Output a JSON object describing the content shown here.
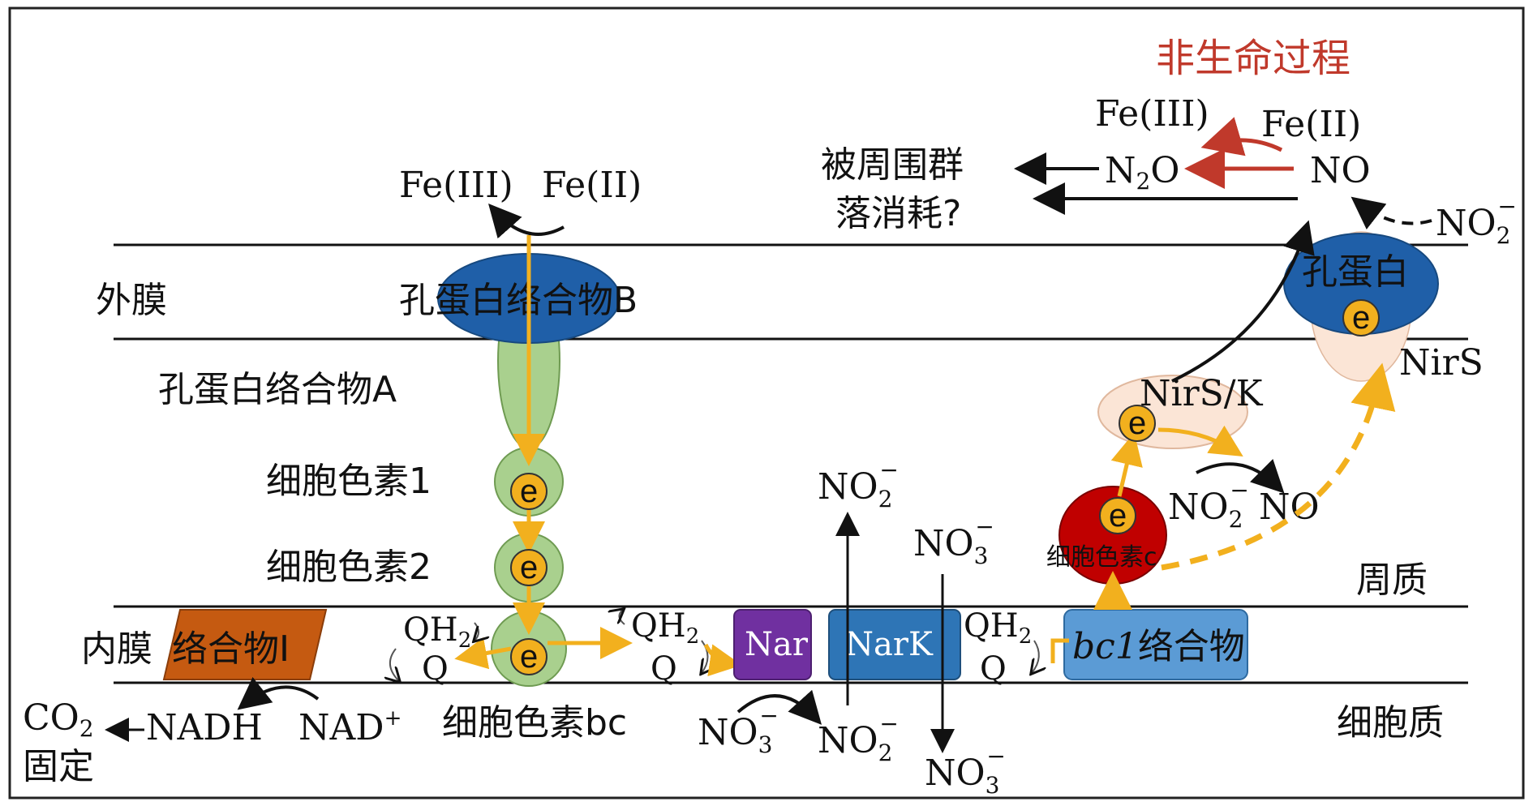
{
  "labels": {
    "abiotic_process": "非生命过程",
    "fe3_right": "Fe(III)",
    "fe2_right": "Fe(II)",
    "consumed_line1": "被周围群",
    "consumed_line2": "落消耗?",
    "n2o_n": "N",
    "n2o_sub": "2",
    "n2o_o": "O",
    "no_top": "NO",
    "no2_top_main": "NO",
    "no2_top_sub": "2",
    "no2_top_sup": "−",
    "fe3_left": "Fe(III)",
    "fe2_left": "Fe(II)",
    "outer_membrane": "外膜",
    "porin_complex_b": "孔蛋白络合物B",
    "porin_complex_a": "孔蛋白络合物A",
    "cytochrome_1": "细胞色素1",
    "cytochrome_2": "细胞色素2",
    "porin": "孔蛋白",
    "nirs": "NirS",
    "nirsk": "NirS/K",
    "electron": "e",
    "no2_mid_main": "NO",
    "no2_mid_sub": "2",
    "no2_mid_sup": "−",
    "no_mid": "NO",
    "cytochrome_c": "细胞色素c",
    "periplasm": "周质",
    "no2_peri_main": "NO",
    "no2_peri_sub": "2",
    "no2_peri_sup": "−",
    "no3_peri_main": "NO",
    "no3_peri_sub": "3",
    "no3_peri_sup": "−",
    "inner_membrane": "内膜",
    "complex_i": "络合物I",
    "qh2": "QH",
    "qh2_sub": "2",
    "q": "Q",
    "nar": "Nar",
    "nark": "NarK",
    "bc1_italic": "bc1",
    "bc1_rest": "络合物",
    "cytochrome_bc": "细胞色素bc",
    "cytoplasm": "细胞质",
    "co2": "CO",
    "co2_sub": "2",
    "fixation": "固定",
    "nadh": "NADH",
    "nad": "NAD",
    "nad_sup": "+",
    "no3_cyto_main": "NO",
    "no3_cyto_sub": "3",
    "no3_cyto_sup": "−",
    "no2_cyto_main": "NO",
    "no2_cyto_sub": "2",
    "no2_cyto_sup": "−",
    "no3_bottom_main": "NO",
    "no3_bottom_sub": "3",
    "no3_bottom_sup": "−"
  },
  "colors": {
    "outer_porin_blue": "#1f5fa8",
    "complex_a_green": "#a9d08e",
    "electron_orange": "#f2b01e",
    "electron_arrow": "#f2b01e",
    "complex_i_brown": "#c55a11",
    "nar_purple": "#7030a0",
    "nark_blue": "#2e75b6",
    "bc1_blue": "#5b9bd5",
    "cyt_c_red": "#c00000",
    "nirsk_pink": "#f8cbad",
    "abiotic_red": "#c0392b"
  }
}
